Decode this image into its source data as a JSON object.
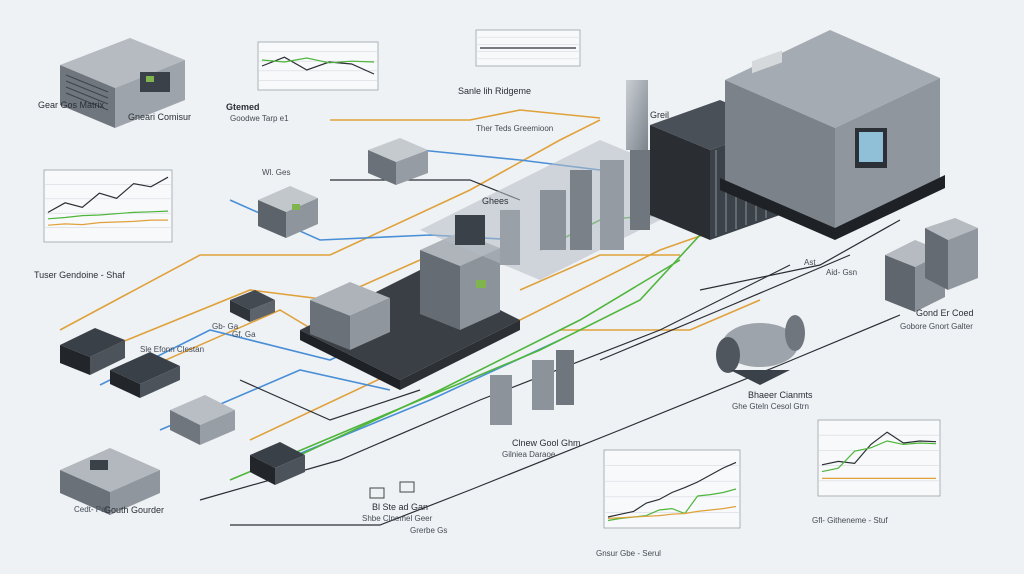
{
  "labels": {
    "top_left_machine": "Gear Gos Matrix",
    "top_left_machine_sub": "Gneari Comisur",
    "left_unit_caption": "Gtemed",
    "left_unit_sub": "Goodwe Tarp e1",
    "top_chart_caption": "Sanle lih Ridgeme",
    "top_chart_sub": "Ther Teds Greemioon",
    "top_right_label": "Greil",
    "center_tag": "Ghees",
    "left_chart_caption": "Tuser Gendoine - Shaf",
    "left_tag_a": "Wl. Ges",
    "left_tag_b": "Gb- Ga",
    "left_mid_tag": "Gf. Ga",
    "left_unit_caption2": "Sle Efonn Clestan",
    "bottom_left_caption": "Gouth Gourder",
    "bottom_left_sub": "Cedt- Pal",
    "bottom_center_caption": "Clnew Gool Ghm",
    "bottom_center_sub": "Gilniea Daraoe",
    "bottom_cards_caption": "Bl Ste ad Gan",
    "bottom_cards_sub": "Shbe Clnemel Geer",
    "bottom_cards_sub2": "Grerbe Gs",
    "right_unit_caption": "Gond Er Coed",
    "right_unit_sub": "Gobore Gnort Galter",
    "motor_caption": "Bhaeer Cianmts",
    "motor_sub": "Ghe Gteln Cesol Gtrn",
    "right_tags_a": "Ast",
    "right_tags_b": "Aid- Gsn",
    "right_chart_caption": "Gfl- Githeneme - Stuf",
    "bottom_chart_caption": "Gnsur Gbe - Serul"
  },
  "colors": {
    "background": "#eef2f5",
    "machine": "#8d949c",
    "pipe_orange": "#e0a13a",
    "pipe_blue": "#4a8fd6",
    "pipe_green": "#4fb53b",
    "wire": "#2b2f35"
  },
  "chart_data": [
    {
      "type": "line",
      "title": "",
      "series": [
        {
          "values": [
            40,
            55,
            48,
            70,
            62,
            85,
            80,
            95
          ]
        },
        {
          "values": [
            30,
            32,
            35,
            36,
            38,
            40,
            41,
            42
          ]
        },
        {
          "values": [
            20,
            22,
            21,
            24,
            25,
            26,
            28,
            28
          ]
        }
      ]
    },
    {
      "type": "line",
      "title": "",
      "series": [
        {
          "values": [
            50,
            72,
            40,
            60,
            55,
            30
          ]
        },
        {
          "values": [
            65,
            60,
            70,
            58,
            62,
            60
          ]
        }
      ]
    },
    {
      "type": "line",
      "title": "",
      "series": [
        {
          "values": [
            50,
            50,
            50,
            50,
            50,
            50,
            50
          ]
        }
      ]
    },
    {
      "type": "line",
      "title": "",
      "series": [
        {
          "values": [
            10,
            14,
            18,
            30,
            35,
            45,
            52,
            60,
            70,
            80,
            88
          ]
        },
        {
          "values": [
            5,
            8,
            10,
            12,
            20,
            22,
            15,
            40,
            42,
            45,
            50
          ]
        },
        {
          "values": [
            8,
            9,
            10,
            11,
            12,
            14,
            15,
            18,
            20,
            22,
            25
          ]
        }
      ]
    },
    {
      "type": "line",
      "title": "",
      "series": [
        {
          "values": [
            40,
            45,
            42,
            70,
            88,
            72,
            75,
            74
          ]
        },
        {
          "values": [
            30,
            35,
            60,
            65,
            75,
            70,
            72,
            71
          ]
        },
        {
          "values": [
            20,
            20,
            20,
            20,
            20,
            20,
            20,
            20
          ]
        }
      ]
    }
  ]
}
